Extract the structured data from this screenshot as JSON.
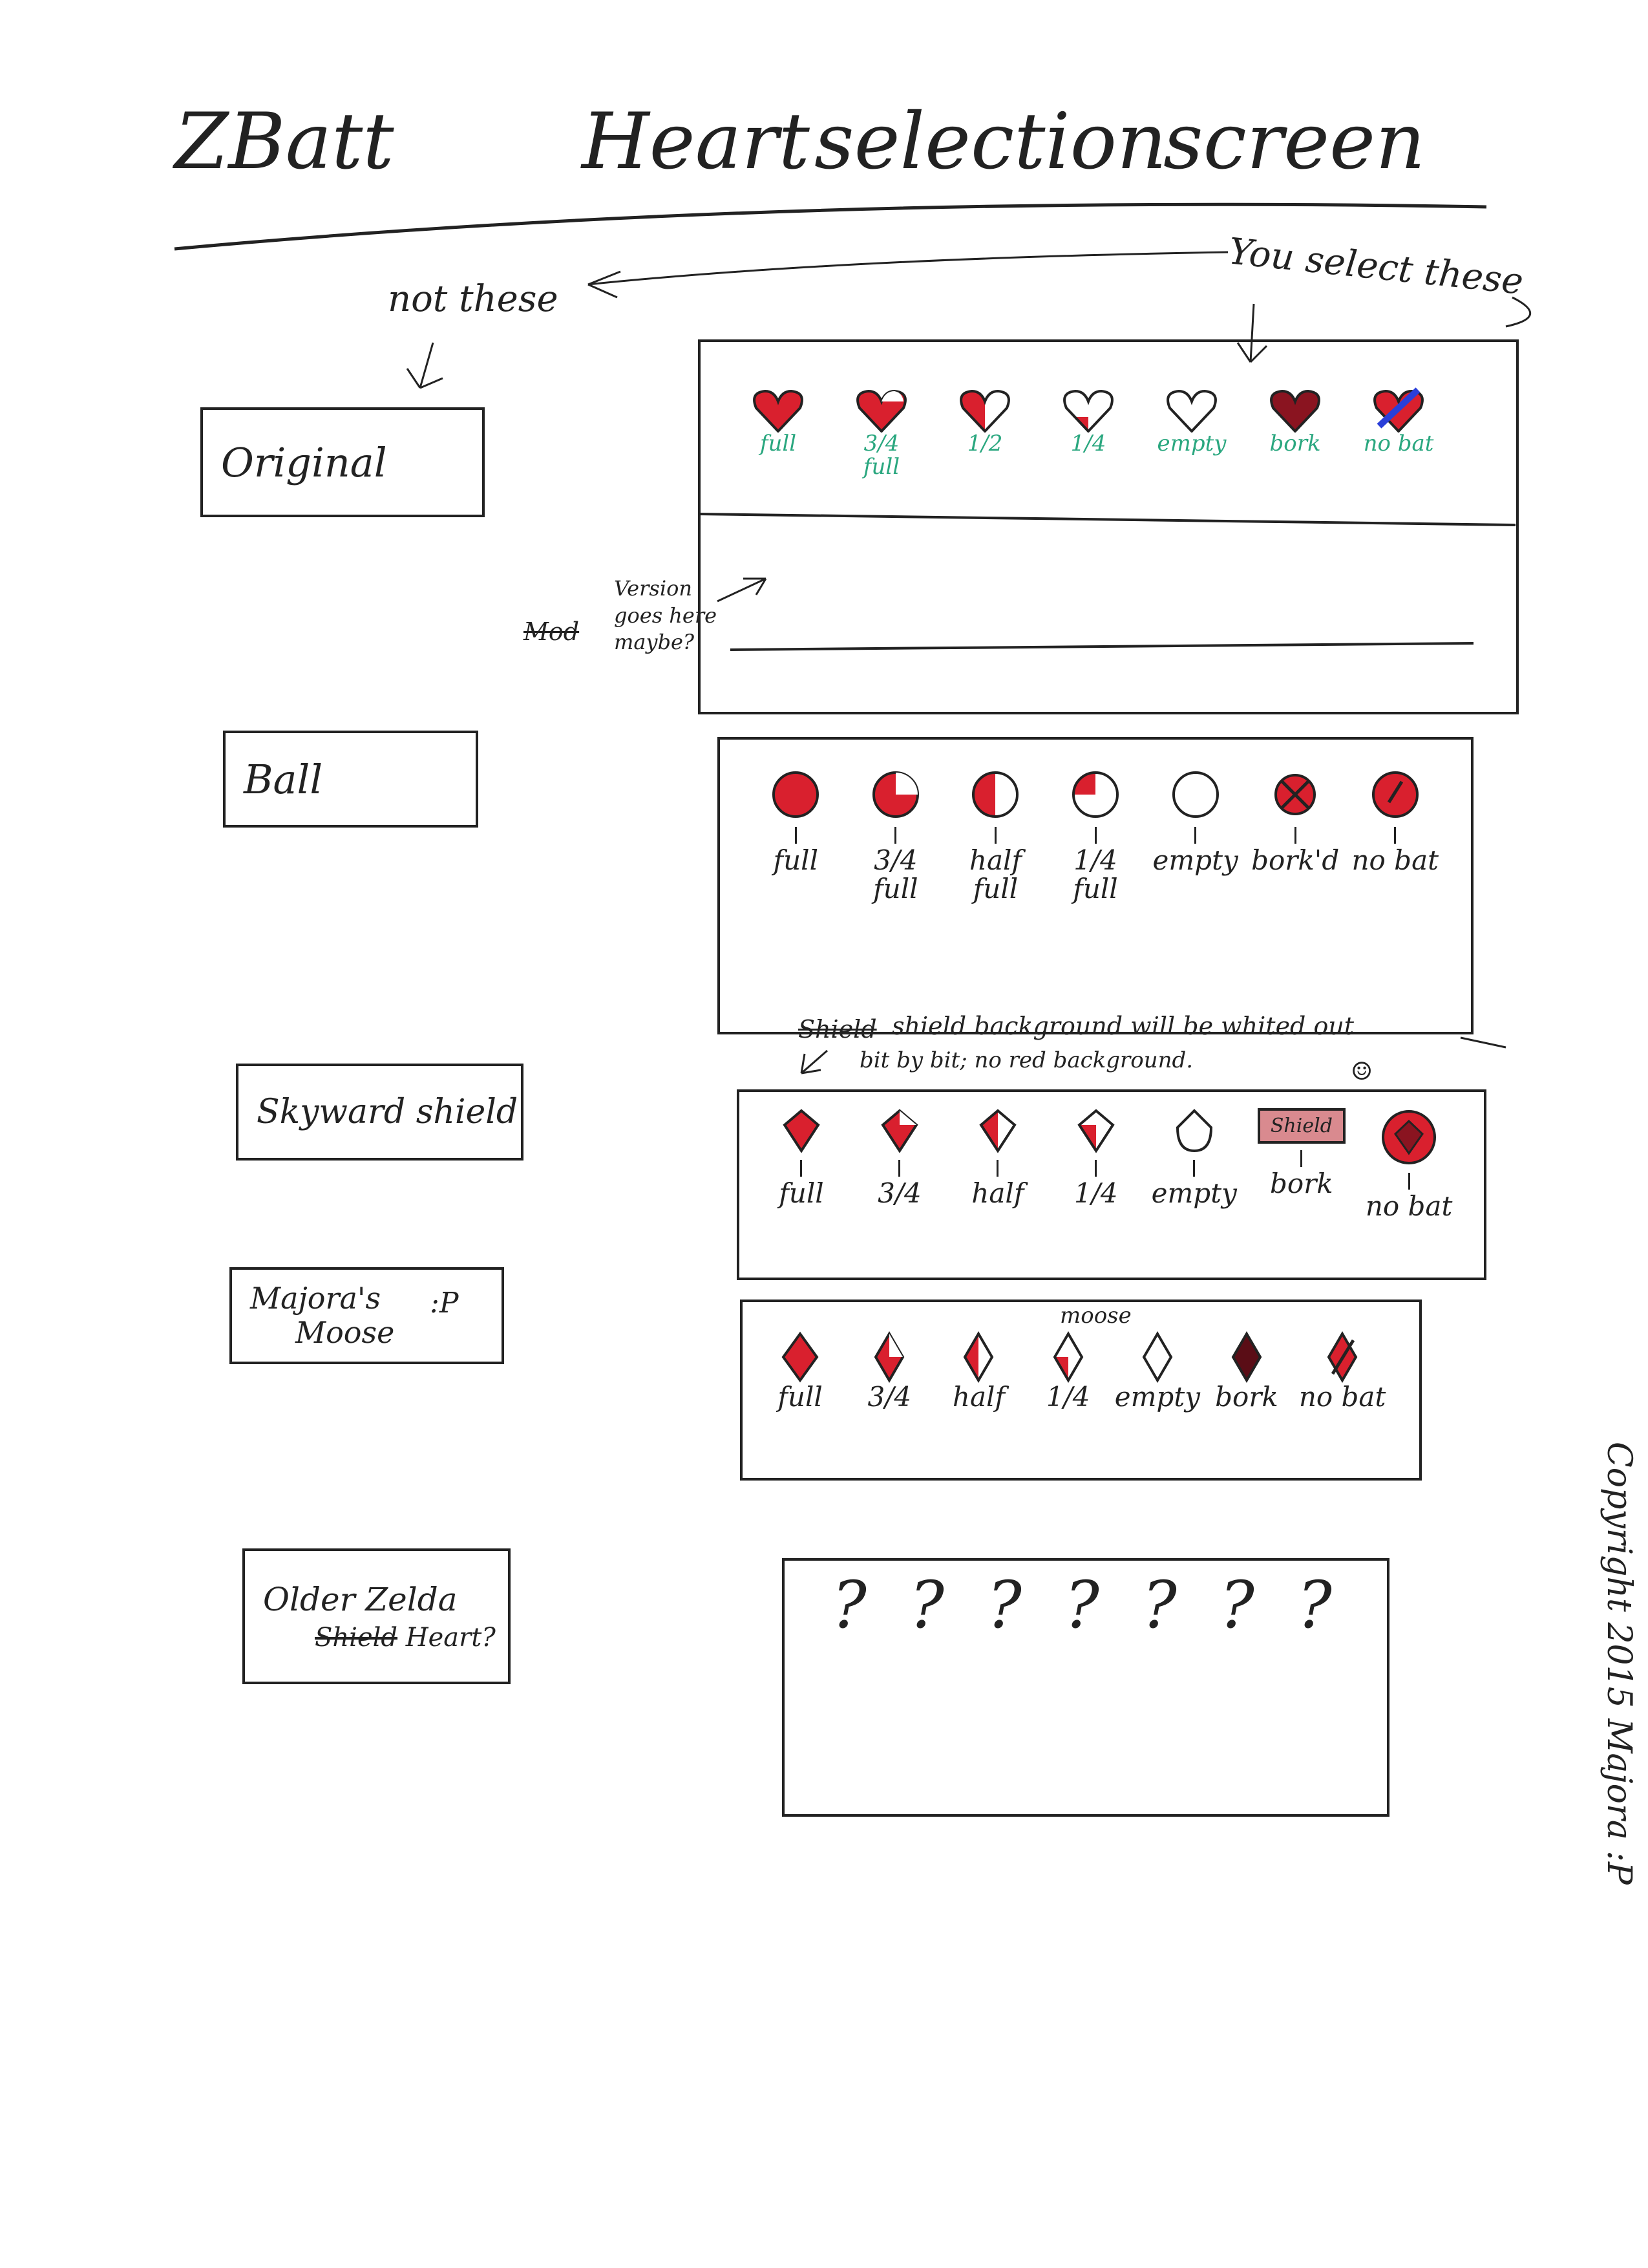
{
  "title": {
    "word1": "ZBatt",
    "word2": "Heart",
    "word3": "selection",
    "word4": "screen"
  },
  "annotations": {
    "not_these": "not these",
    "you_select": "You select these",
    "version_strike": "Mod",
    "version_note": "Version\ngoes here\nmaybe?",
    "shield_strike": "Shield",
    "shield_note_1": "shield background will be whited out",
    "shield_note_2": "bit by bit; no red background.",
    "smiley": "☺",
    "moose_label": "moose",
    "copyright": "Copyright 2015 Majora :P"
  },
  "styles": [
    {
      "name": "Original",
      "icons": [
        "full",
        "3/4\nfull",
        "1/2",
        "1/4",
        "empty",
        "bork",
        "no bat"
      ]
    },
    {
      "name": "Ball",
      "icons": [
        "full",
        "3/4\nfull",
        "half\nfull",
        "1/4\nfull",
        "empty",
        "bork'd",
        "no bat"
      ]
    },
    {
      "name": "Skyward shield",
      "icons": [
        "full",
        "3/4",
        "half",
        "1/4",
        "empty",
        "bork",
        "no bat"
      ],
      "bork_box": "Shield"
    },
    {
      "name_line1": "Majora's",
      "name_line2": "Moose",
      "name_suffix": ":P",
      "icons": [
        "full",
        "3/4",
        "half",
        "1/4",
        "empty",
        "bork",
        "no bat"
      ]
    },
    {
      "name": "Older Zelda",
      "strike": "Shield",
      "suffix": "Heart?",
      "icons": [
        "?",
        "?",
        "?",
        "?",
        "?",
        "?",
        "?"
      ]
    }
  ],
  "colors": {
    "ink": "#222222",
    "red": "#d9202e",
    "green": "#2aa77f",
    "blue": "#2a3fd9"
  }
}
